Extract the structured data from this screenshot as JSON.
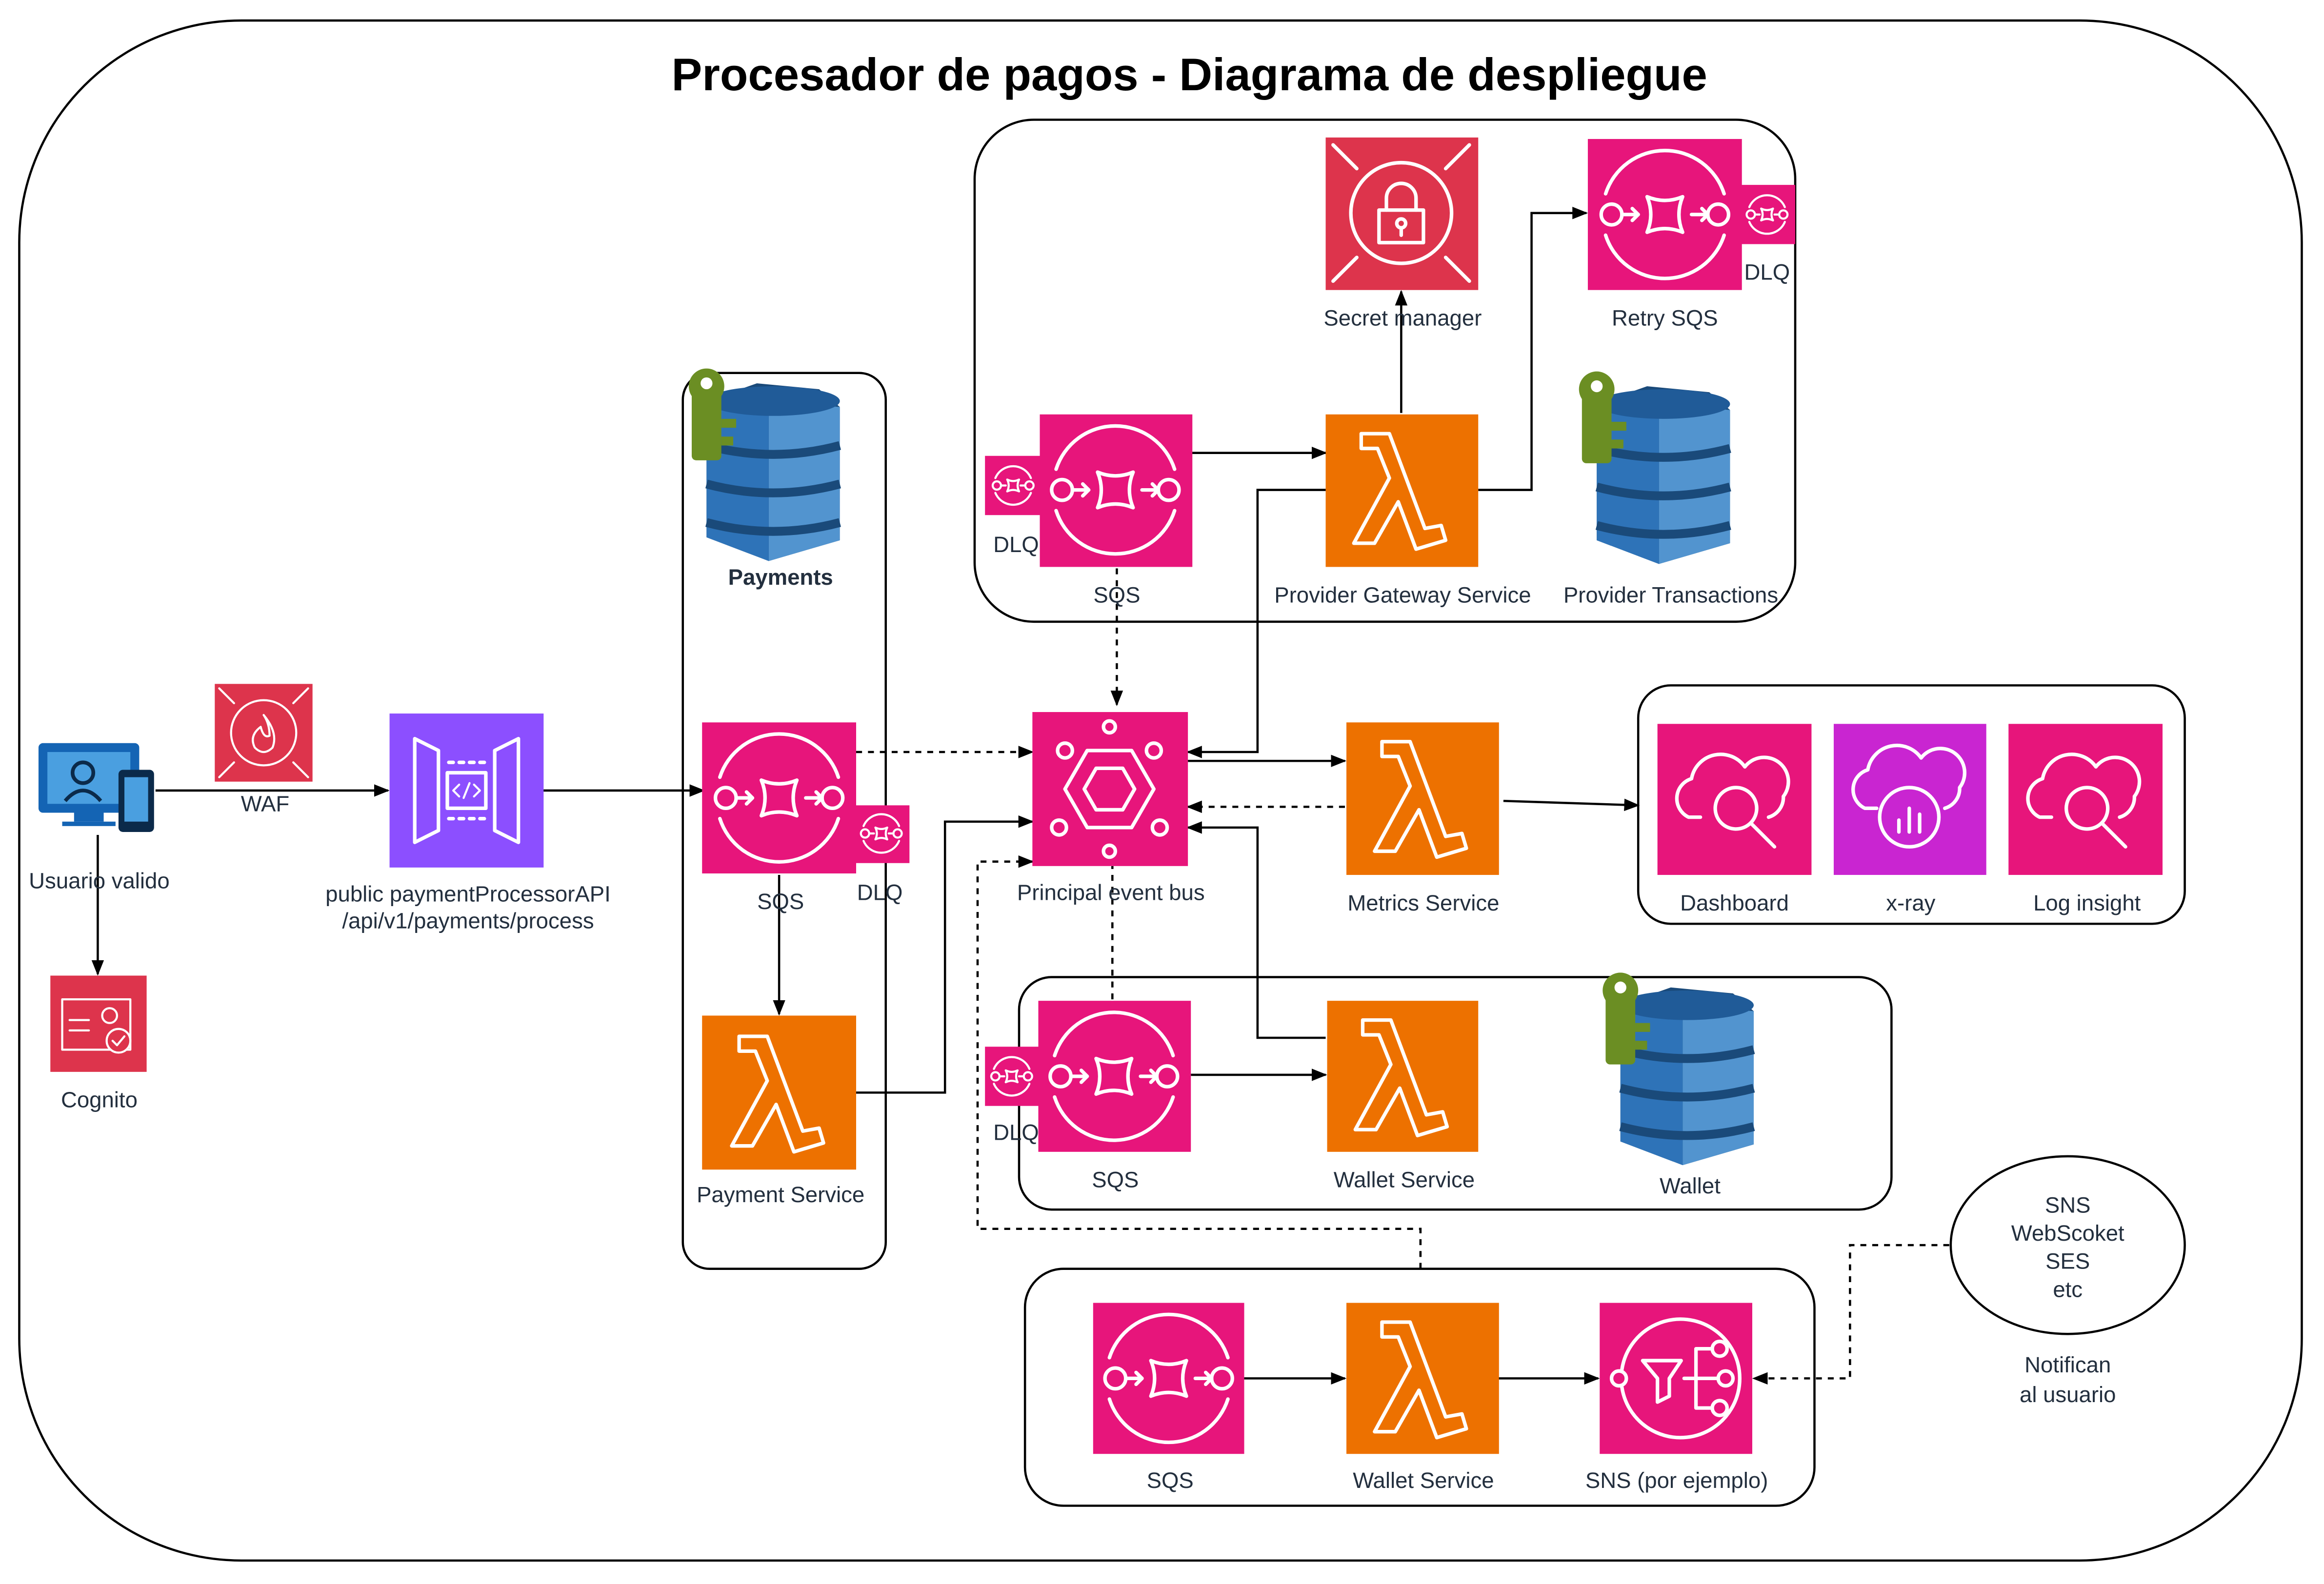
{
  "title": "Procesador de pagos - Diagrama de despliegue",
  "colors": {
    "integration_pink": "#e7157b",
    "compute_orange": "#ed7100",
    "security_red": "#dd344c",
    "api_purple": "#8c4fff",
    "xray_magenta": "#c925d1",
    "dynamo_blue": "#2e73b8",
    "key_green": "#6b8e23",
    "user_blue": "#1464b4"
  },
  "nodes": {
    "user": {
      "label": "Usuario valido",
      "icon": "user-devices-icon"
    },
    "cognito": {
      "label": "Cognito",
      "icon": "cognito-icon"
    },
    "waf": {
      "label": "WAF",
      "icon": "waf-icon"
    },
    "api": {
      "label_line1": "public paymentProcessorAPI",
      "label_line2": "/api/v1/payments/process",
      "icon": "api-gateway-icon"
    },
    "payments_db": {
      "label": "Payments",
      "icon": "dynamodb-icon"
    },
    "payments_sqs": {
      "label": "SQS",
      "dlq": "DLQ",
      "icon": "sqs-icon"
    },
    "payment_service": {
      "label": "Payment Service",
      "icon": "lambda-icon"
    },
    "event_bus": {
      "label": "Principal event bus",
      "icon": "eventbridge-icon"
    },
    "provider_sqs": {
      "label": "SQS",
      "dlq": "DLQ",
      "icon": "sqs-icon"
    },
    "provider_gateway": {
      "label": "Provider Gateway Service",
      "icon": "lambda-icon"
    },
    "secret_manager": {
      "label": "Secret manager",
      "icon": "secrets-manager-icon"
    },
    "retry_sqs": {
      "label": "Retry SQS",
      "dlq": "DLQ",
      "icon": "sqs-icon"
    },
    "provider_transactions": {
      "label": "Provider Transactions",
      "icon": "dynamodb-icon"
    },
    "metrics_service": {
      "label": "Metrics Service",
      "icon": "lambda-icon"
    },
    "dashboard": {
      "label": "Dashboard",
      "icon": "cloudwatch-icon"
    },
    "xray": {
      "label": "x-ray",
      "icon": "xray-icon"
    },
    "log_insight": {
      "label": "Log insight",
      "icon": "cloudwatch-icon"
    },
    "wallet_sqs": {
      "label": "SQS",
      "dlq": "DLQ",
      "icon": "sqs-icon"
    },
    "wallet_service": {
      "label": "Wallet Service",
      "icon": "lambda-icon"
    },
    "wallet_db": {
      "label": "Wallet",
      "icon": "dynamodb-icon"
    },
    "notify_sqs": {
      "label": "SQS",
      "icon": "sqs-icon"
    },
    "notify_service": {
      "label": "Wallet Service",
      "icon": "lambda-icon"
    },
    "sns": {
      "label": "SNS (por ejemplo)",
      "icon": "sns-icon"
    },
    "channels": {
      "lines": [
        "SNS",
        "WebScoket",
        "SES",
        "etc"
      ]
    },
    "notify_note": {
      "line1": "Notifican",
      "line2": "al usuario"
    }
  }
}
